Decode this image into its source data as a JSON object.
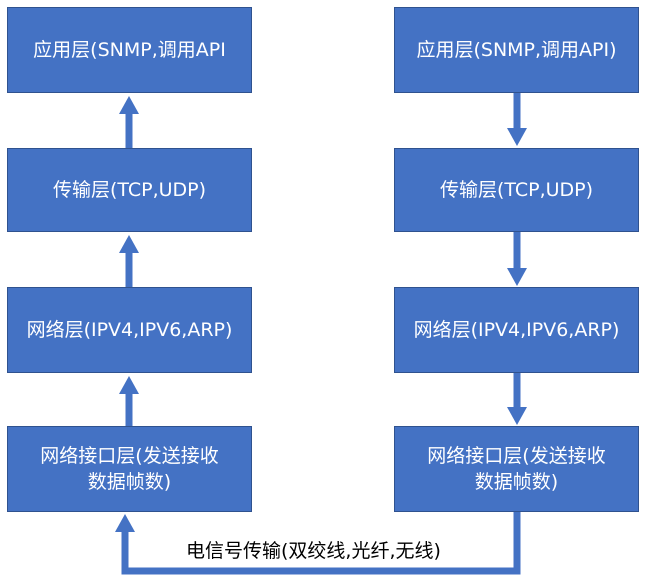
{
  "diagram": {
    "left_stack": [
      {
        "label": "应用层(SNMP,调用API"
      },
      {
        "label": "传输层(TCP,UDP)"
      },
      {
        "label": "网络层(IPV4,IPV6,ARP)"
      },
      {
        "label": "网络接口层(发送接收\n数据帧数)"
      }
    ],
    "right_stack": [
      {
        "label": "应用层(SNMP,调用API)"
      },
      {
        "label": "传输层(TCP,UDP)"
      },
      {
        "label": "网络层(IPV4,IPV6,ARP)"
      },
      {
        "label": "网络接口层(发送接收\n数据帧数)"
      }
    ],
    "link_label": "电信号传输(双绞线,光纤,无线)",
    "colors": {
      "box_fill": "#4472c4",
      "box_border": "#2f528f",
      "text": "#ffffff"
    }
  }
}
